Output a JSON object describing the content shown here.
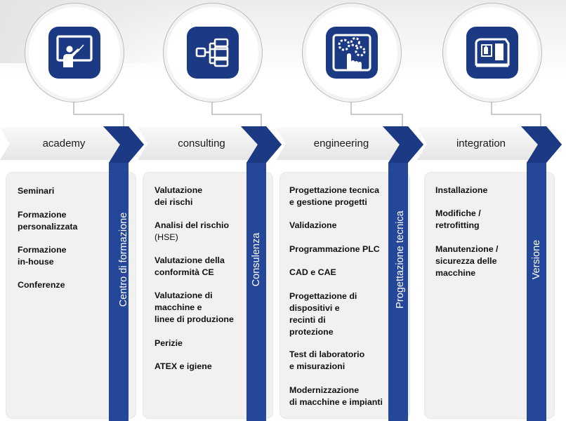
{
  "colors": {
    "brand_blue": "#1c3a84",
    "ribbon_blue": "#25479a",
    "panel_gray": "#f1f1f2",
    "ring_gray": "#b9b9bd"
  },
  "columns": [
    {
      "id": "academy",
      "title": "academy",
      "icon": "presentation-board-icon",
      "ribbon_label": "Centro di formazione",
      "items": [
        [
          "Seminari"
        ],
        [
          "Formazione",
          "personalizzata"
        ],
        [
          "Formazione",
          "in-house"
        ],
        [
          "Conferenze"
        ]
      ]
    },
    {
      "id": "consulting",
      "title": "consulting",
      "icon": "hierarchy-tree-icon",
      "ribbon_label": "Consulenza",
      "items": [
        [
          "Valutazione",
          "dei rischi"
        ],
        [
          "Analisi del rischio"
        ],
        [
          "Valutazione della",
          "conformità CE"
        ],
        [
          "Valutazione di",
          "macchine e",
          "linee di produzione"
        ],
        [
          "Perizie"
        ],
        [
          "ATEX e igiene"
        ]
      ],
      "item_sub": "(HSE)"
    },
    {
      "id": "engineering",
      "title": "engineering",
      "icon": "gears-touch-icon",
      "ribbon_label": "Progettazione tecnica",
      "items": [
        [
          "Progettazione tecnica",
          "e gestione progetti"
        ],
        [
          "Validazione"
        ],
        [
          "Programmazione PLC"
        ],
        [
          "CAD e CAE"
        ],
        [
          "Progettazione di",
          "dispositivi e",
          "recinti di",
          "protezione"
        ],
        [
          "Test di laboratorio",
          "e misurazioni"
        ],
        [
          "Modernizzazione",
          "di macchine e impianti"
        ]
      ]
    },
    {
      "id": "integration",
      "title": "integration",
      "icon": "machine-tool-icon",
      "ribbon_label": "Versione",
      "items": [
        [
          "Installazione"
        ],
        [
          "Modifiche /",
          "retrofitting"
        ],
        [
          "Manutenzione /",
          "sicurezza delle",
          "macchine"
        ]
      ]
    }
  ]
}
